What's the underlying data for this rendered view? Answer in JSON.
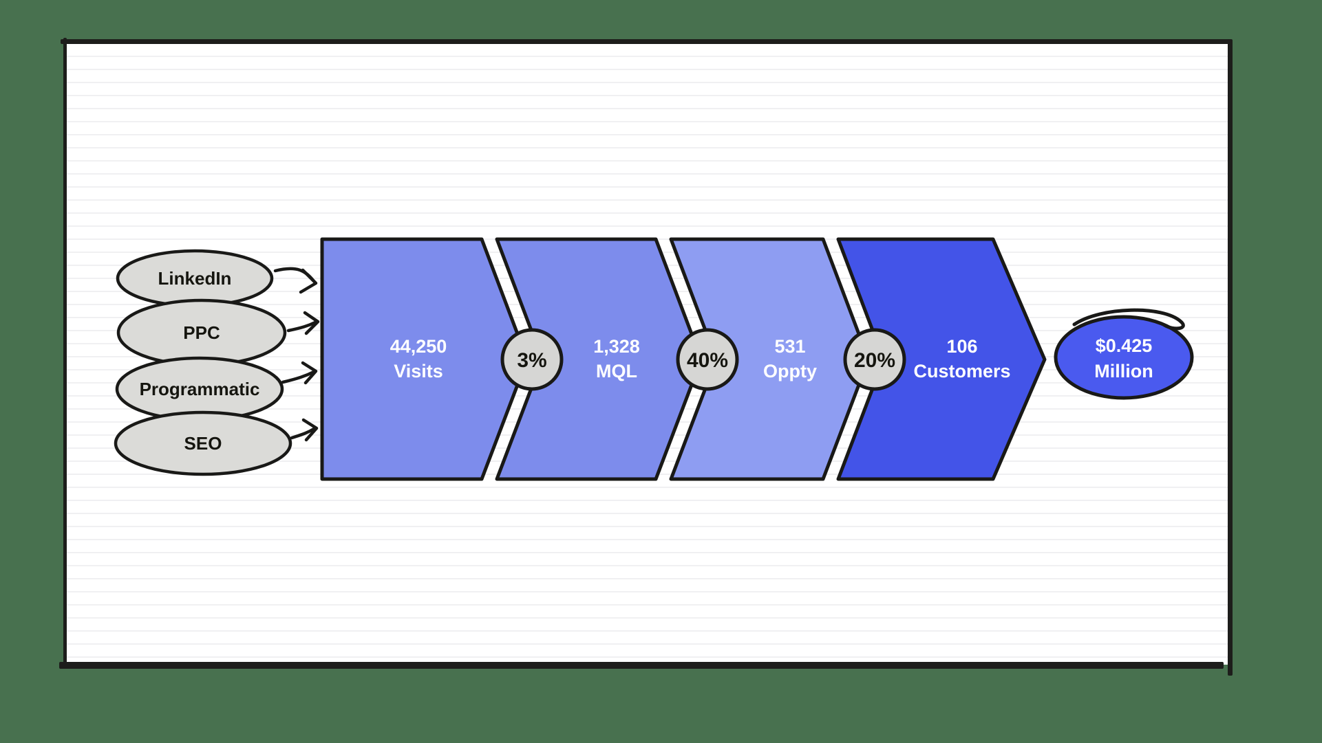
{
  "scene": {
    "background_color": "#48714F",
    "board_color": "#FFFFFF",
    "ruled_line_color": "#F0F0F2",
    "ink_color": "#191917"
  },
  "source_fill": "#DBDBD8",
  "sources": [
    {
      "label": "LinkedIn"
    },
    {
      "label": "PPC"
    },
    {
      "label": "Programmatic"
    },
    {
      "label": "SEO"
    }
  ],
  "funnel": {
    "stages": [
      {
        "value": "44,250",
        "label": "Visits",
        "fill": "#7D8CEC"
      },
      {
        "value": "1,328",
        "label": "MQL",
        "fill": "#7D8CEC"
      },
      {
        "value": "531",
        "label": "Oppty",
        "fill": "#8E9DF2"
      },
      {
        "value": "106",
        "label": "Customers",
        "fill": "#4354E8"
      }
    ],
    "conversions": [
      {
        "label": "3%"
      },
      {
        "label": "40%"
      },
      {
        "label": "20%"
      }
    ],
    "badge_fill": "#D6D6D4",
    "text_color": "#FFFFFF"
  },
  "result": {
    "value": "$0.425",
    "label": "Million",
    "fill": "#4A5AEF"
  }
}
